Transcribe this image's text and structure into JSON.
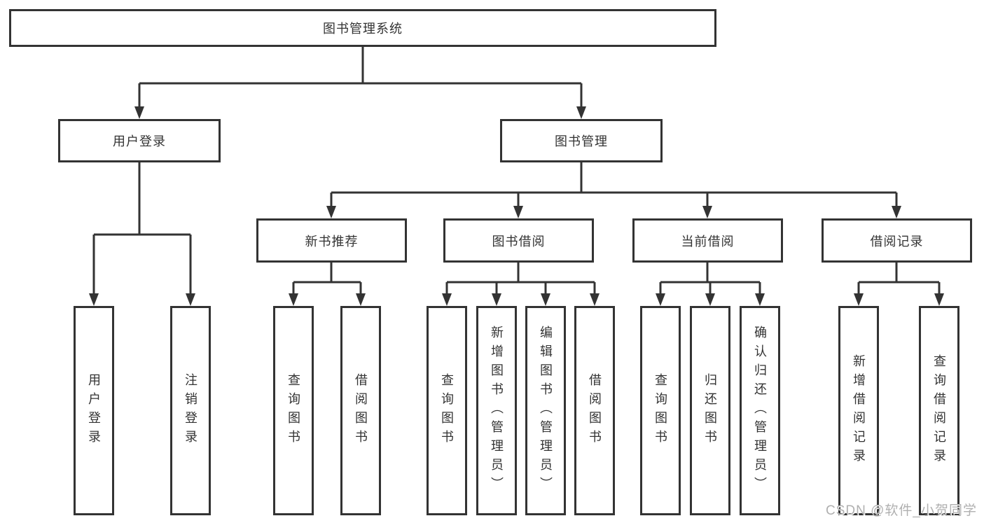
{
  "tree": {
    "label": "图书管理系统",
    "children": [
      {
        "label": "用户登录",
        "children": [
          {
            "label": "用户登录"
          },
          {
            "label": "注销登录"
          }
        ]
      },
      {
        "label": "图书管理",
        "children": [
          {
            "label": "新书推荐",
            "children": [
              {
                "label": "查询图书"
              },
              {
                "label": "借阅图书"
              }
            ]
          },
          {
            "label": "图书借阅",
            "children": [
              {
                "label": "查询图书"
              },
              {
                "label": "新增图书（管理员）"
              },
              {
                "label": "编辑图书（管理员）"
              },
              {
                "label": "借阅图书"
              }
            ]
          },
          {
            "label": "当前借阅",
            "children": [
              {
                "label": "查询图书"
              },
              {
                "label": "归还图书"
              },
              {
                "label": "确认归还（管理员）"
              }
            ]
          },
          {
            "label": "借阅记录",
            "children": [
              {
                "label": "新增借阅记录"
              },
              {
                "label": "查询借阅记录"
              }
            ]
          }
        ]
      }
    ]
  },
  "watermark": {
    "text": "CSDN @软件_小贺同学"
  },
  "colors": {
    "line": "#333333",
    "text": "#333333",
    "box-bg": "#ffffff",
    "watermark": "#b0b0b0",
    "bg": "#ffffff"
  }
}
